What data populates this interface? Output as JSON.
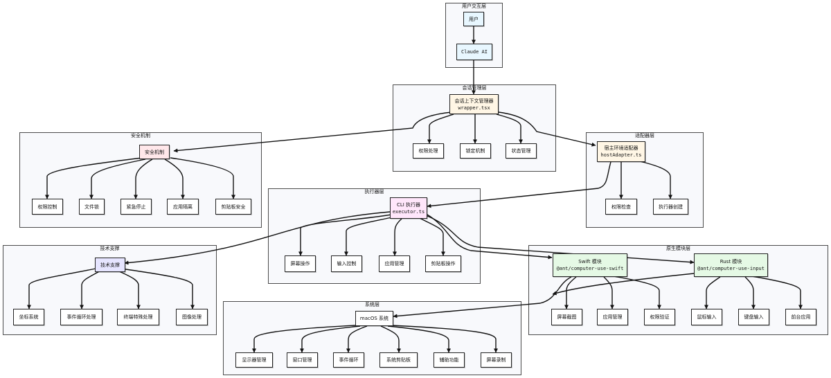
{
  "groups": {
    "user": "用户交互层",
    "session": "会话管理层",
    "security": "安全机制",
    "adapter": "适配器层",
    "executor": "执行器层",
    "tech": "技术支撑",
    "native": "原生模块层",
    "system": "系统层"
  },
  "nodes": {
    "user": "用户",
    "claude": "Claude AI",
    "ctx_name": "会话上下文管理器",
    "ctx_file": "wrapper.tsx",
    "perm_handle": "权限处理",
    "lock_mech": "锁定机制",
    "state_mgmt": "状态管理",
    "security": "安全机制",
    "perm_ctrl": "权限控制",
    "file_lock": "文件锁",
    "emergency": "紧急停止",
    "app_iso": "应用隔离",
    "clip_sec": "剪贴板安全",
    "adapter_name": "宿主环境适配器",
    "adapter_file": "hostAdapter.ts",
    "perm_check": "权限检查",
    "exec_create": "执行器创建",
    "exec_name": "CLI 执行器",
    "exec_file": "executor.ts",
    "screen_op": "屏幕操作",
    "input_ctrl": "输入控制",
    "app_mgmt": "应用管理",
    "clip_op": "剪贴板操作",
    "tech": "技术支撑",
    "coord": "坐标系统",
    "event_loop_proc": "事件循环处理",
    "term_special": "终端特殊处理",
    "image_proc": "图像处理",
    "swift_name": "Swift 模块",
    "swift_pkg": "@ant/computer-use-swift",
    "rust_name": "Rust 模块",
    "rust_pkg": "@ant/computer-use-input",
    "screenshot": "屏幕截图",
    "native_app_mgmt": "应用管理",
    "perm_verify": "权限验证",
    "mouse_input": "鼠标输入",
    "kbd_input": "键盘输入",
    "front_app": "前台应用",
    "macos": "macOS 系统",
    "display_mgmt": "显示器管理",
    "window_mgmt": "窗口管理",
    "event_loop": "事件循环",
    "sys_clip": "系统剪贴板",
    "a11y": "辅助功能",
    "screen_rec": "屏幕录制"
  },
  "colors": {
    "border": "#222222",
    "group_bg": "#f8f9fc",
    "user_fill": "#e8f7ff",
    "session_fill": "#fff6e5",
    "security_fill": "#ffe7ea",
    "executor_fill": "#ffe6fb",
    "tech_fill": "#e6e5ff",
    "native_fill": "#e5f9e5"
  }
}
